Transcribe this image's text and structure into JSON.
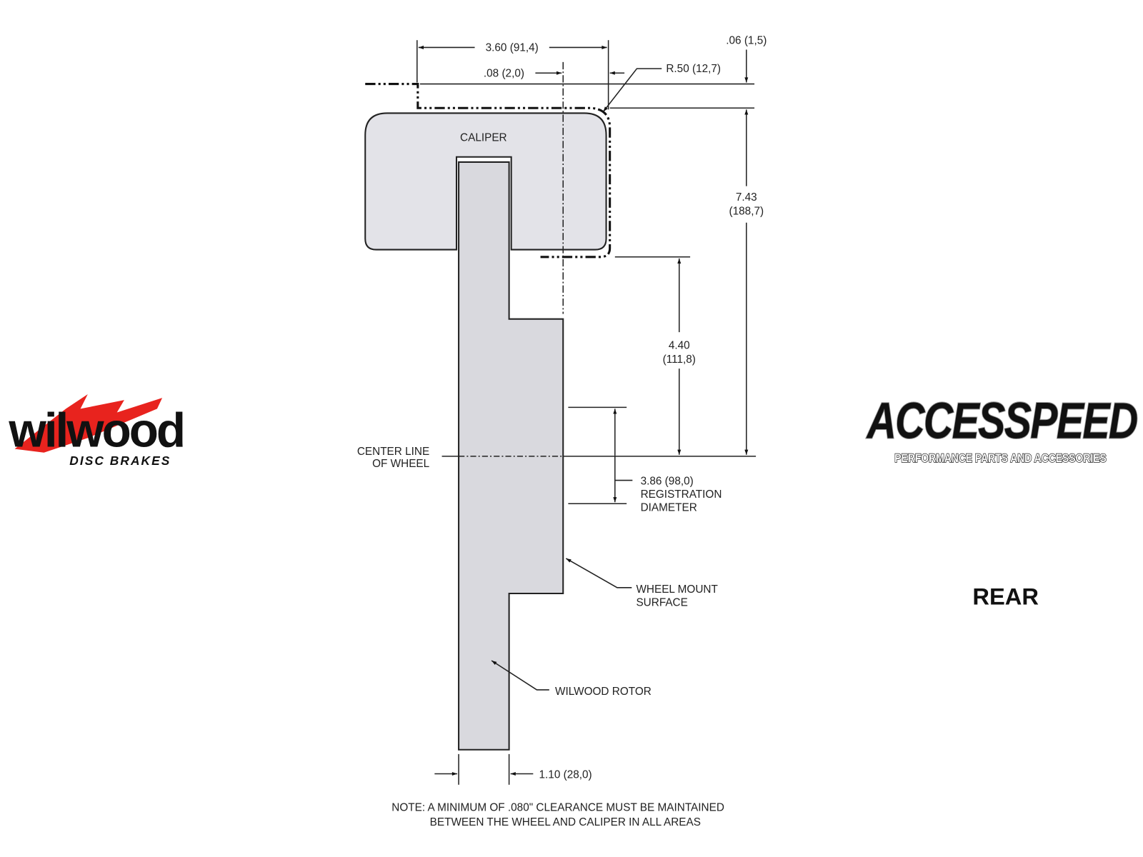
{
  "title": "REAR",
  "labels": {
    "caliper": "CALIPER",
    "center_line_1": "CENTER LINE",
    "center_line_2": "OF WHEEL",
    "wheel_mount_1": "WHEEL MOUNT",
    "wheel_mount_2": "SURFACE",
    "rotor": "WILWOOD ROTOR"
  },
  "dimensions": {
    "width_360": "3.60 (91,4)",
    "offset_008": ".08 (2,0)",
    "radius": "R.50 (12,7)",
    "clearance_006": ".06 (1,5)",
    "height_743_in": "7.43",
    "height_743_mm": "(188,7)",
    "height_440_in": "4.40",
    "height_440_mm": "(111,8)",
    "reg_1": "3.86 (98,0)",
    "reg_2": "REGISTRATION",
    "reg_3": "DIAMETER",
    "thickness": "1.10 (28,0)"
  },
  "note": {
    "line1": "NOTE: A MINIMUM OF .080\" CLEARANCE MUST BE MAINTAINED",
    "line2": "BETWEEN THE WHEEL AND CALIPER IN ALL AREAS"
  },
  "logos": {
    "wilwood": "wilwood",
    "wilwood_sub": "DISC BRAKES",
    "accesspeed": "ACCESSPEED",
    "accesspeed_sub": "PERFORMANCE PARTS AND ACCESSORIES"
  },
  "colors": {
    "brand_red": "#e8231e",
    "part_fill": "#d9d9de"
  }
}
